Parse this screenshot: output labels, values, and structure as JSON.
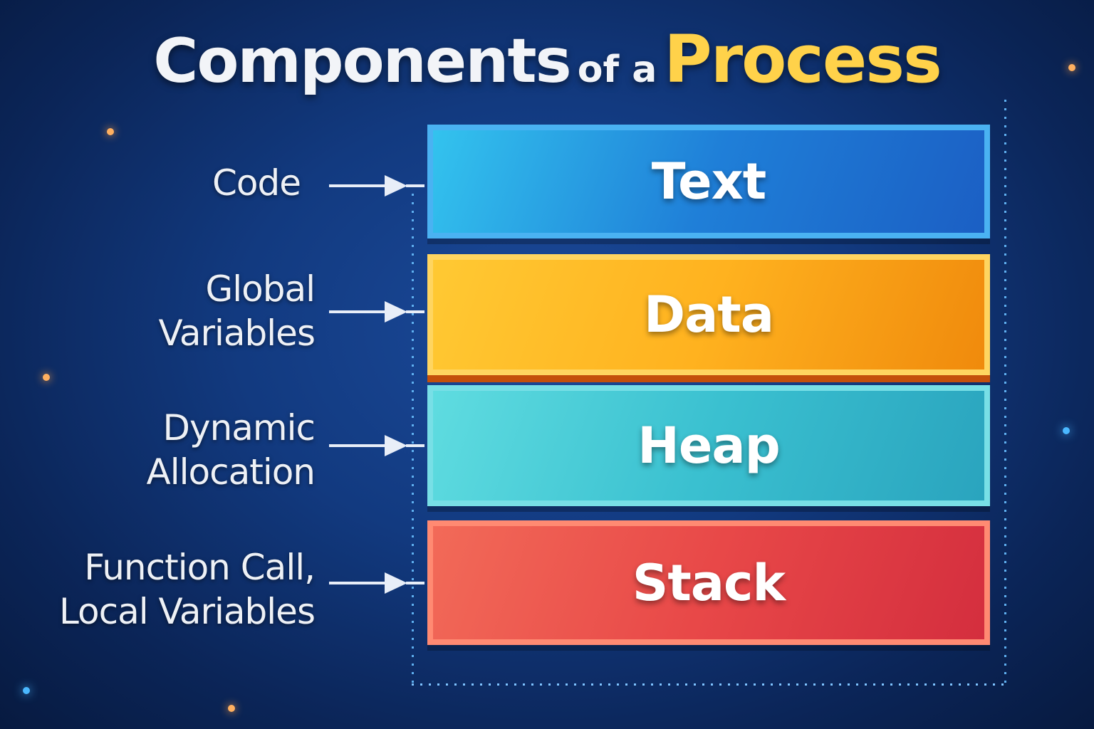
{
  "title": {
    "part1": "Components",
    "part2": "of a",
    "part3": "Process"
  },
  "segments": [
    {
      "label": "Text",
      "annotation_lines": [
        "Code"
      ]
    },
    {
      "label": "Data",
      "annotation_lines": [
        "Global",
        "Variables"
      ]
    },
    {
      "label": "Heap",
      "annotation_lines": [
        "Dynamic",
        "Allocation"
      ]
    },
    {
      "label": "Stack",
      "annotation_lines": [
        "Function Call,",
        "Local Variables"
      ]
    }
  ],
  "colors": {
    "text": "#1f7fd8",
    "data": "#ffb21f",
    "heap": "#3ac0d0",
    "stack": "#e84848",
    "accent": "#ffd24a"
  }
}
